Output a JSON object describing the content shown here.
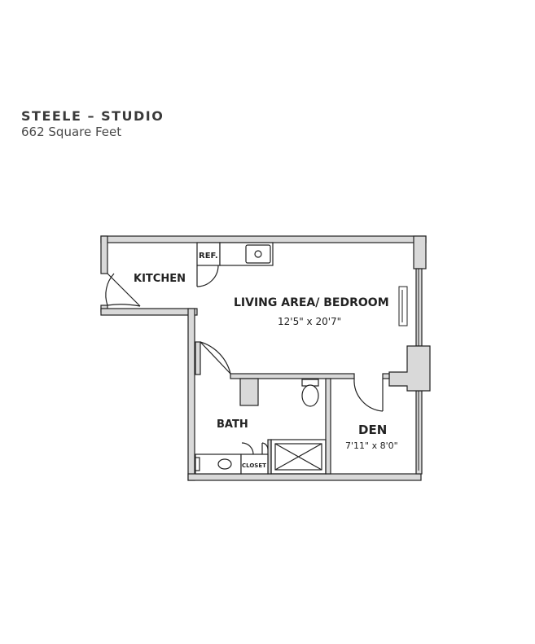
{
  "header": {
    "title": "STEELE – STUDIO",
    "subtitle": "662 Square Feet"
  },
  "rooms": {
    "kitchen": "KITCHEN",
    "refrigerator": "REF.",
    "living": "LIVING AREA/ BEDROOM",
    "living_dims": "12'5\" x 20'7\"",
    "bath": "BATH",
    "closet": "CLOSET",
    "den": "DEN",
    "den_dims": "7'11\" x 8'0\""
  },
  "colors": {
    "wall": "#d9d9d9",
    "line": "#222222"
  }
}
